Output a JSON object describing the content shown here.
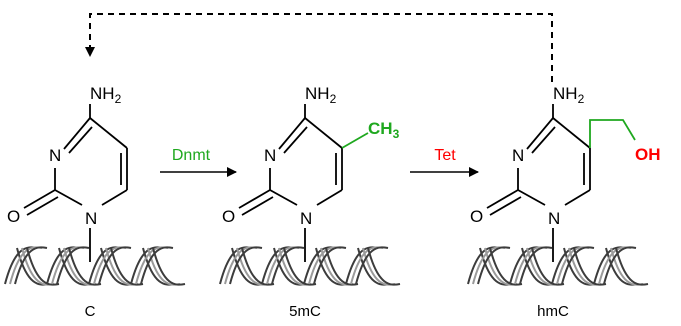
{
  "colors": {
    "bond": "#000000",
    "dnmt": "#1fa81f",
    "tet": "#ff0000",
    "methyl": "#1fa81f",
    "hydroxyl": "#ff0000",
    "helix_dark": "#3c3c3c",
    "helix_light": "#9a9a9a"
  },
  "molecules": [
    {
      "id": "c",
      "name": "C",
      "amine": "NH",
      "amine_sub": "2",
      "ring_n": "N",
      "carbonyl_o": "O"
    },
    {
      "id": "5mc",
      "name": "5mC",
      "amine": "NH",
      "amine_sub": "2",
      "ring_n": "N",
      "carbonyl_o": "O",
      "substituent": "CH",
      "substituent_sub": "3"
    },
    {
      "id": "hmc",
      "name": "hmC",
      "amine": "NH",
      "amine_sub": "2",
      "ring_n": "N",
      "carbonyl_o": "O",
      "substituent": "OH"
    }
  ],
  "reactions": [
    {
      "enzyme": "Dnmt"
    },
    {
      "enzyme": "Tet"
    }
  ],
  "cycle_arrow": {
    "style": "dashed",
    "from": "hmC",
    "to": "C"
  }
}
